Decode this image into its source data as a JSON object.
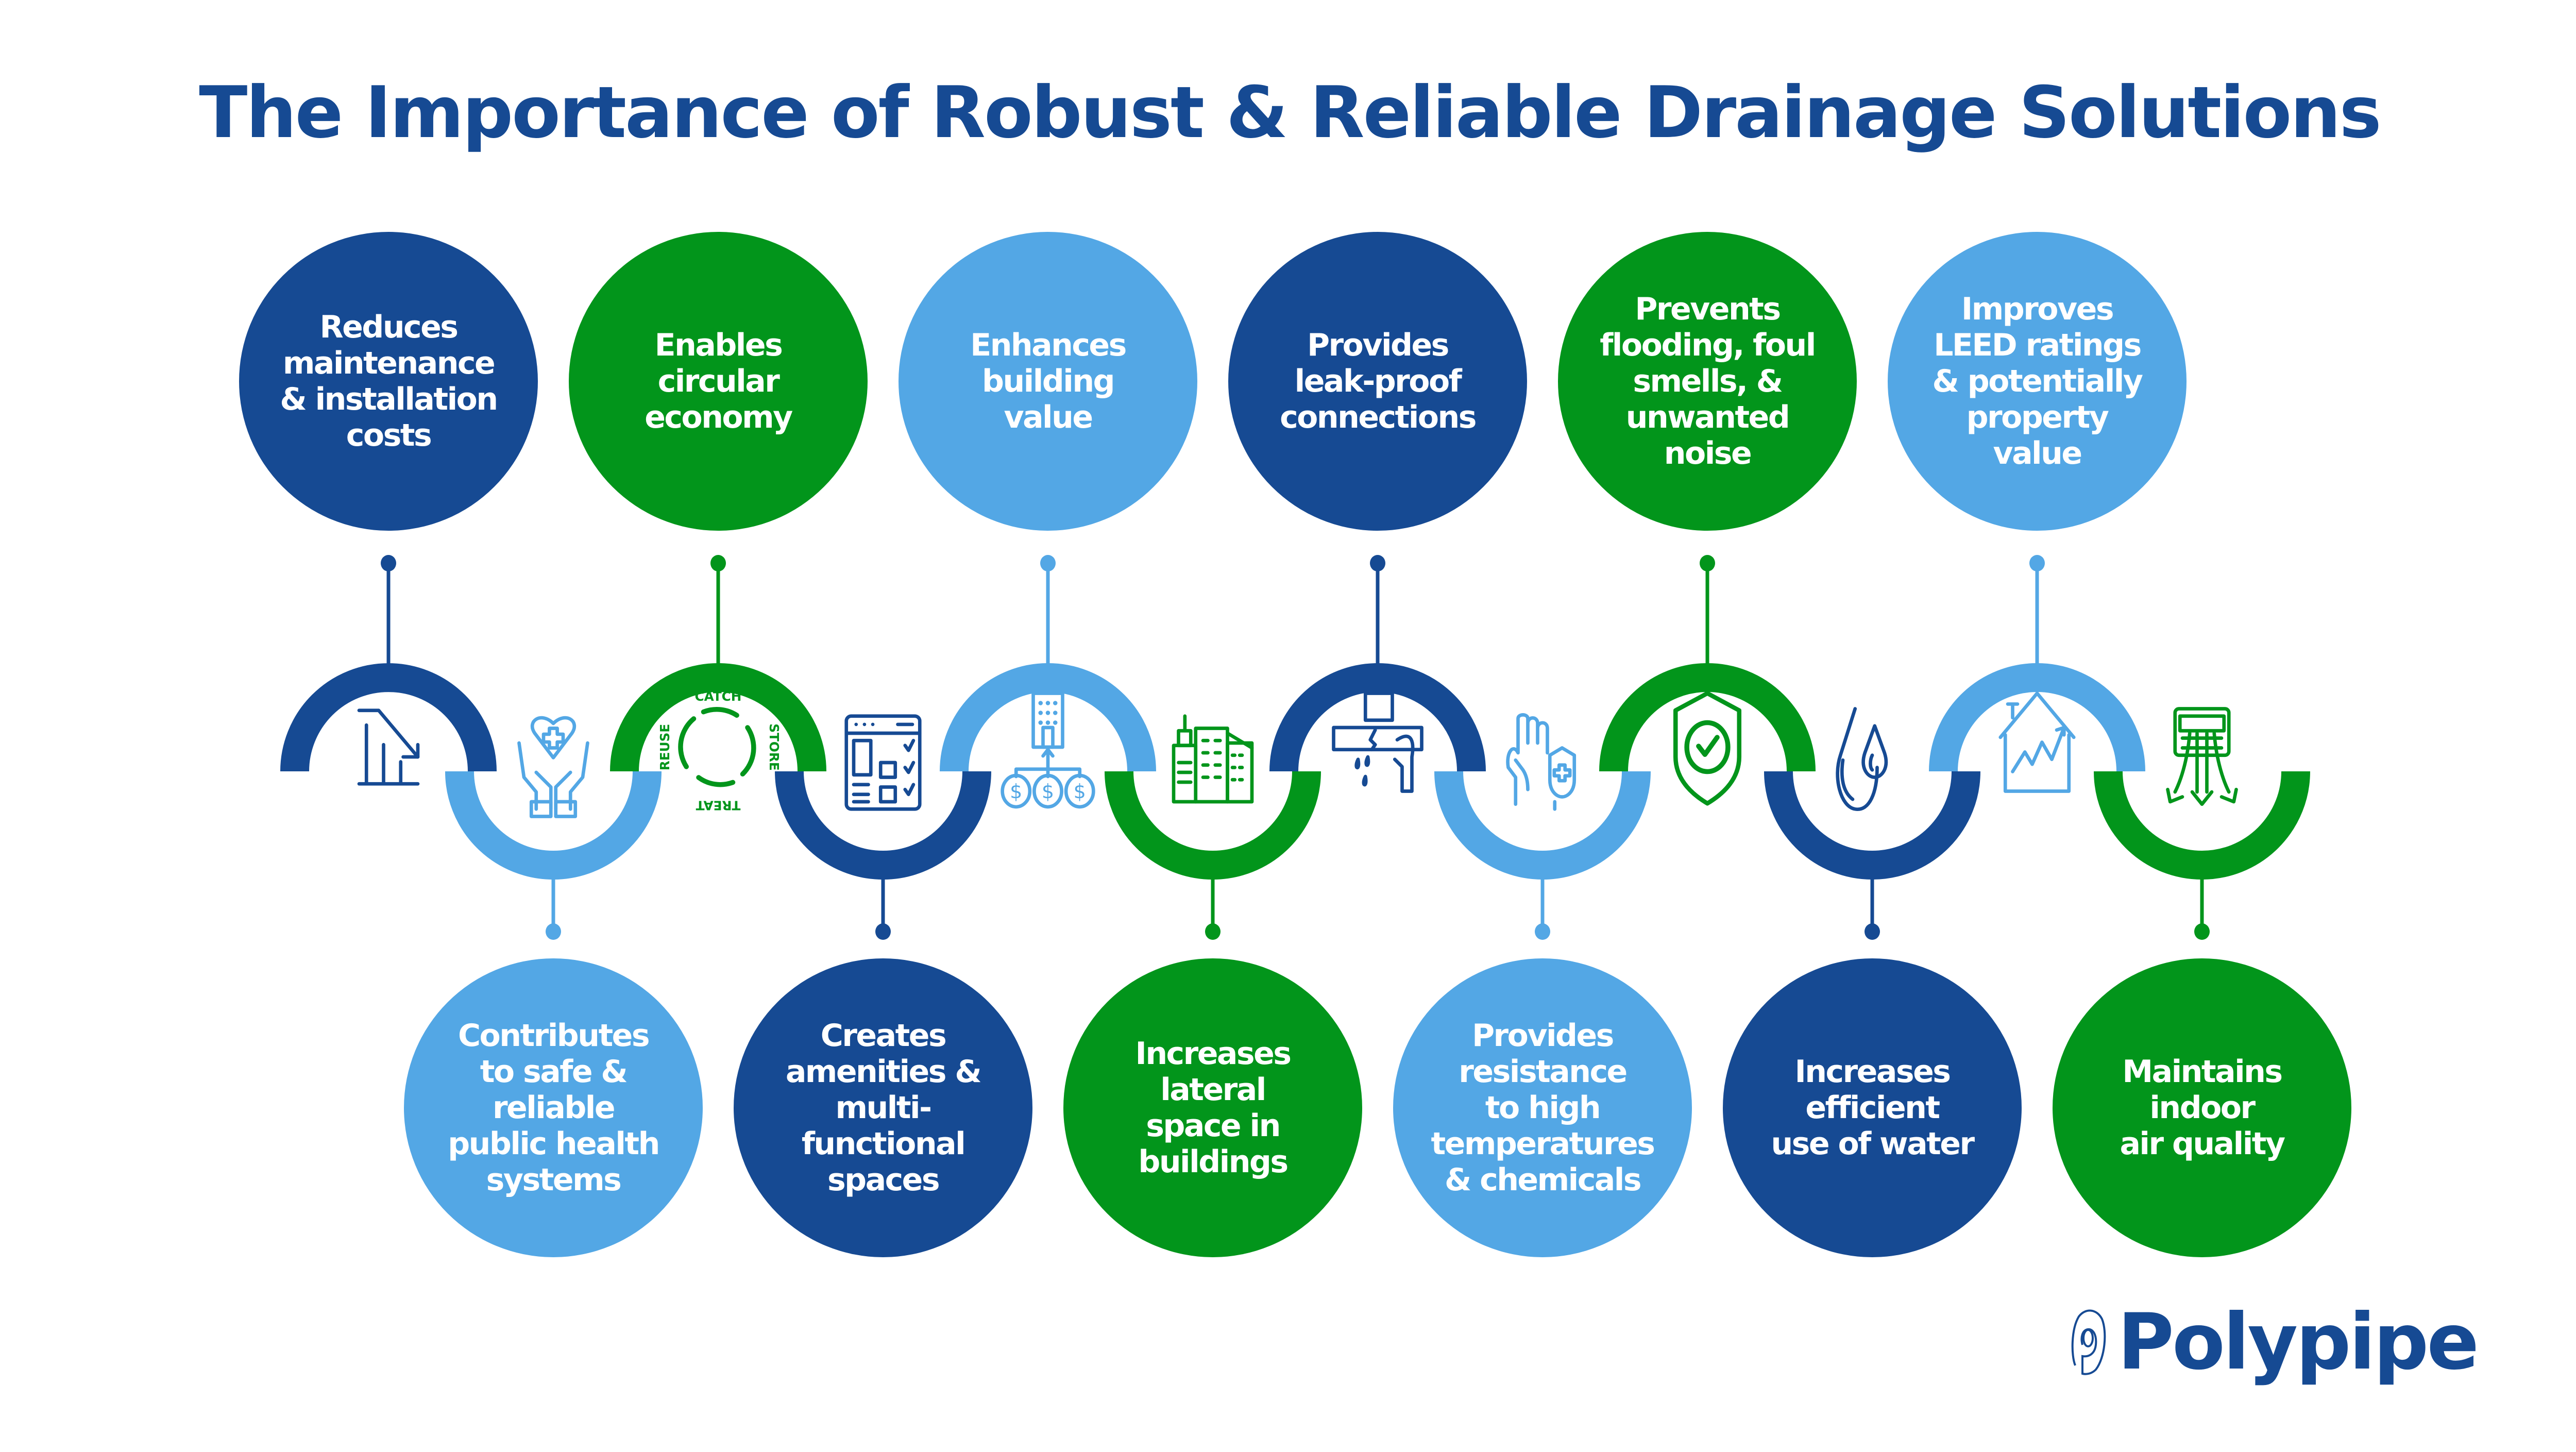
{
  "title": "The Importance of Robust & Reliable Drainage Solutions",
  "colors": {
    "dark_blue": "#164a93",
    "green": "#02951b",
    "light_blue": "#53a7e5",
    "title": "#164a93"
  },
  "top_items": [
    {
      "label": "Reduces\nmaintenance\n& installation\ncosts",
      "color": "dark_blue",
      "icon": "declining-bar-chart-icon"
    },
    {
      "label": "Enables\ncircular\neconomy",
      "color": "green",
      "icon": "catch-store-treat-reuse-cycle-icon"
    },
    {
      "label": "Enhances\nbuilding\nvalue",
      "color": "light_blue",
      "icon": "building-investment-icon"
    },
    {
      "label": "Provides\nleak-proof\nconnections",
      "color": "dark_blue",
      "icon": "leaking-pipe-wrench-icon"
    },
    {
      "label": "Prevents\nflooding, foul\nsmells, &\nunwanted\nnoise",
      "color": "green",
      "icon": "shield-check-icon"
    },
    {
      "label": "Improves\nLEED ratings\n& potentially\nproperty\nvalue",
      "color": "light_blue",
      "icon": "house-growth-chart-icon"
    }
  ],
  "bottom_items": [
    {
      "label": "Contributes\nto safe &\nreliable\npublic health\nsystems",
      "color": "light_blue",
      "icon": "hands-heart-cross-icon"
    },
    {
      "label": "Creates\namenities &\nmulti-functional\nspaces",
      "color": "dark_blue",
      "icon": "building-amenities-checklist-icon"
    },
    {
      "label": "Increases\nlateral\nspace in\nbuildings",
      "color": "green",
      "icon": "city-buildings-icon"
    },
    {
      "label": "Provides\nresistance\nto high\ntemperatures\n& chemicals",
      "color": "light_blue",
      "icon": "hand-shield-cross-icon"
    },
    {
      "label": "Increases\nefficient\nuse of water",
      "color": "dark_blue",
      "icon": "water-drops-icon"
    },
    {
      "label": "Maintains\nindoor\nair quality",
      "color": "green",
      "icon": "air-conditioner-airflow-icon"
    }
  ],
  "cycle_labels": {
    "catch": "CATCH",
    "store": "STORE",
    "treat": "TREAT",
    "reuse": "REUSE"
  },
  "brand": {
    "name": "Polypipe"
  }
}
